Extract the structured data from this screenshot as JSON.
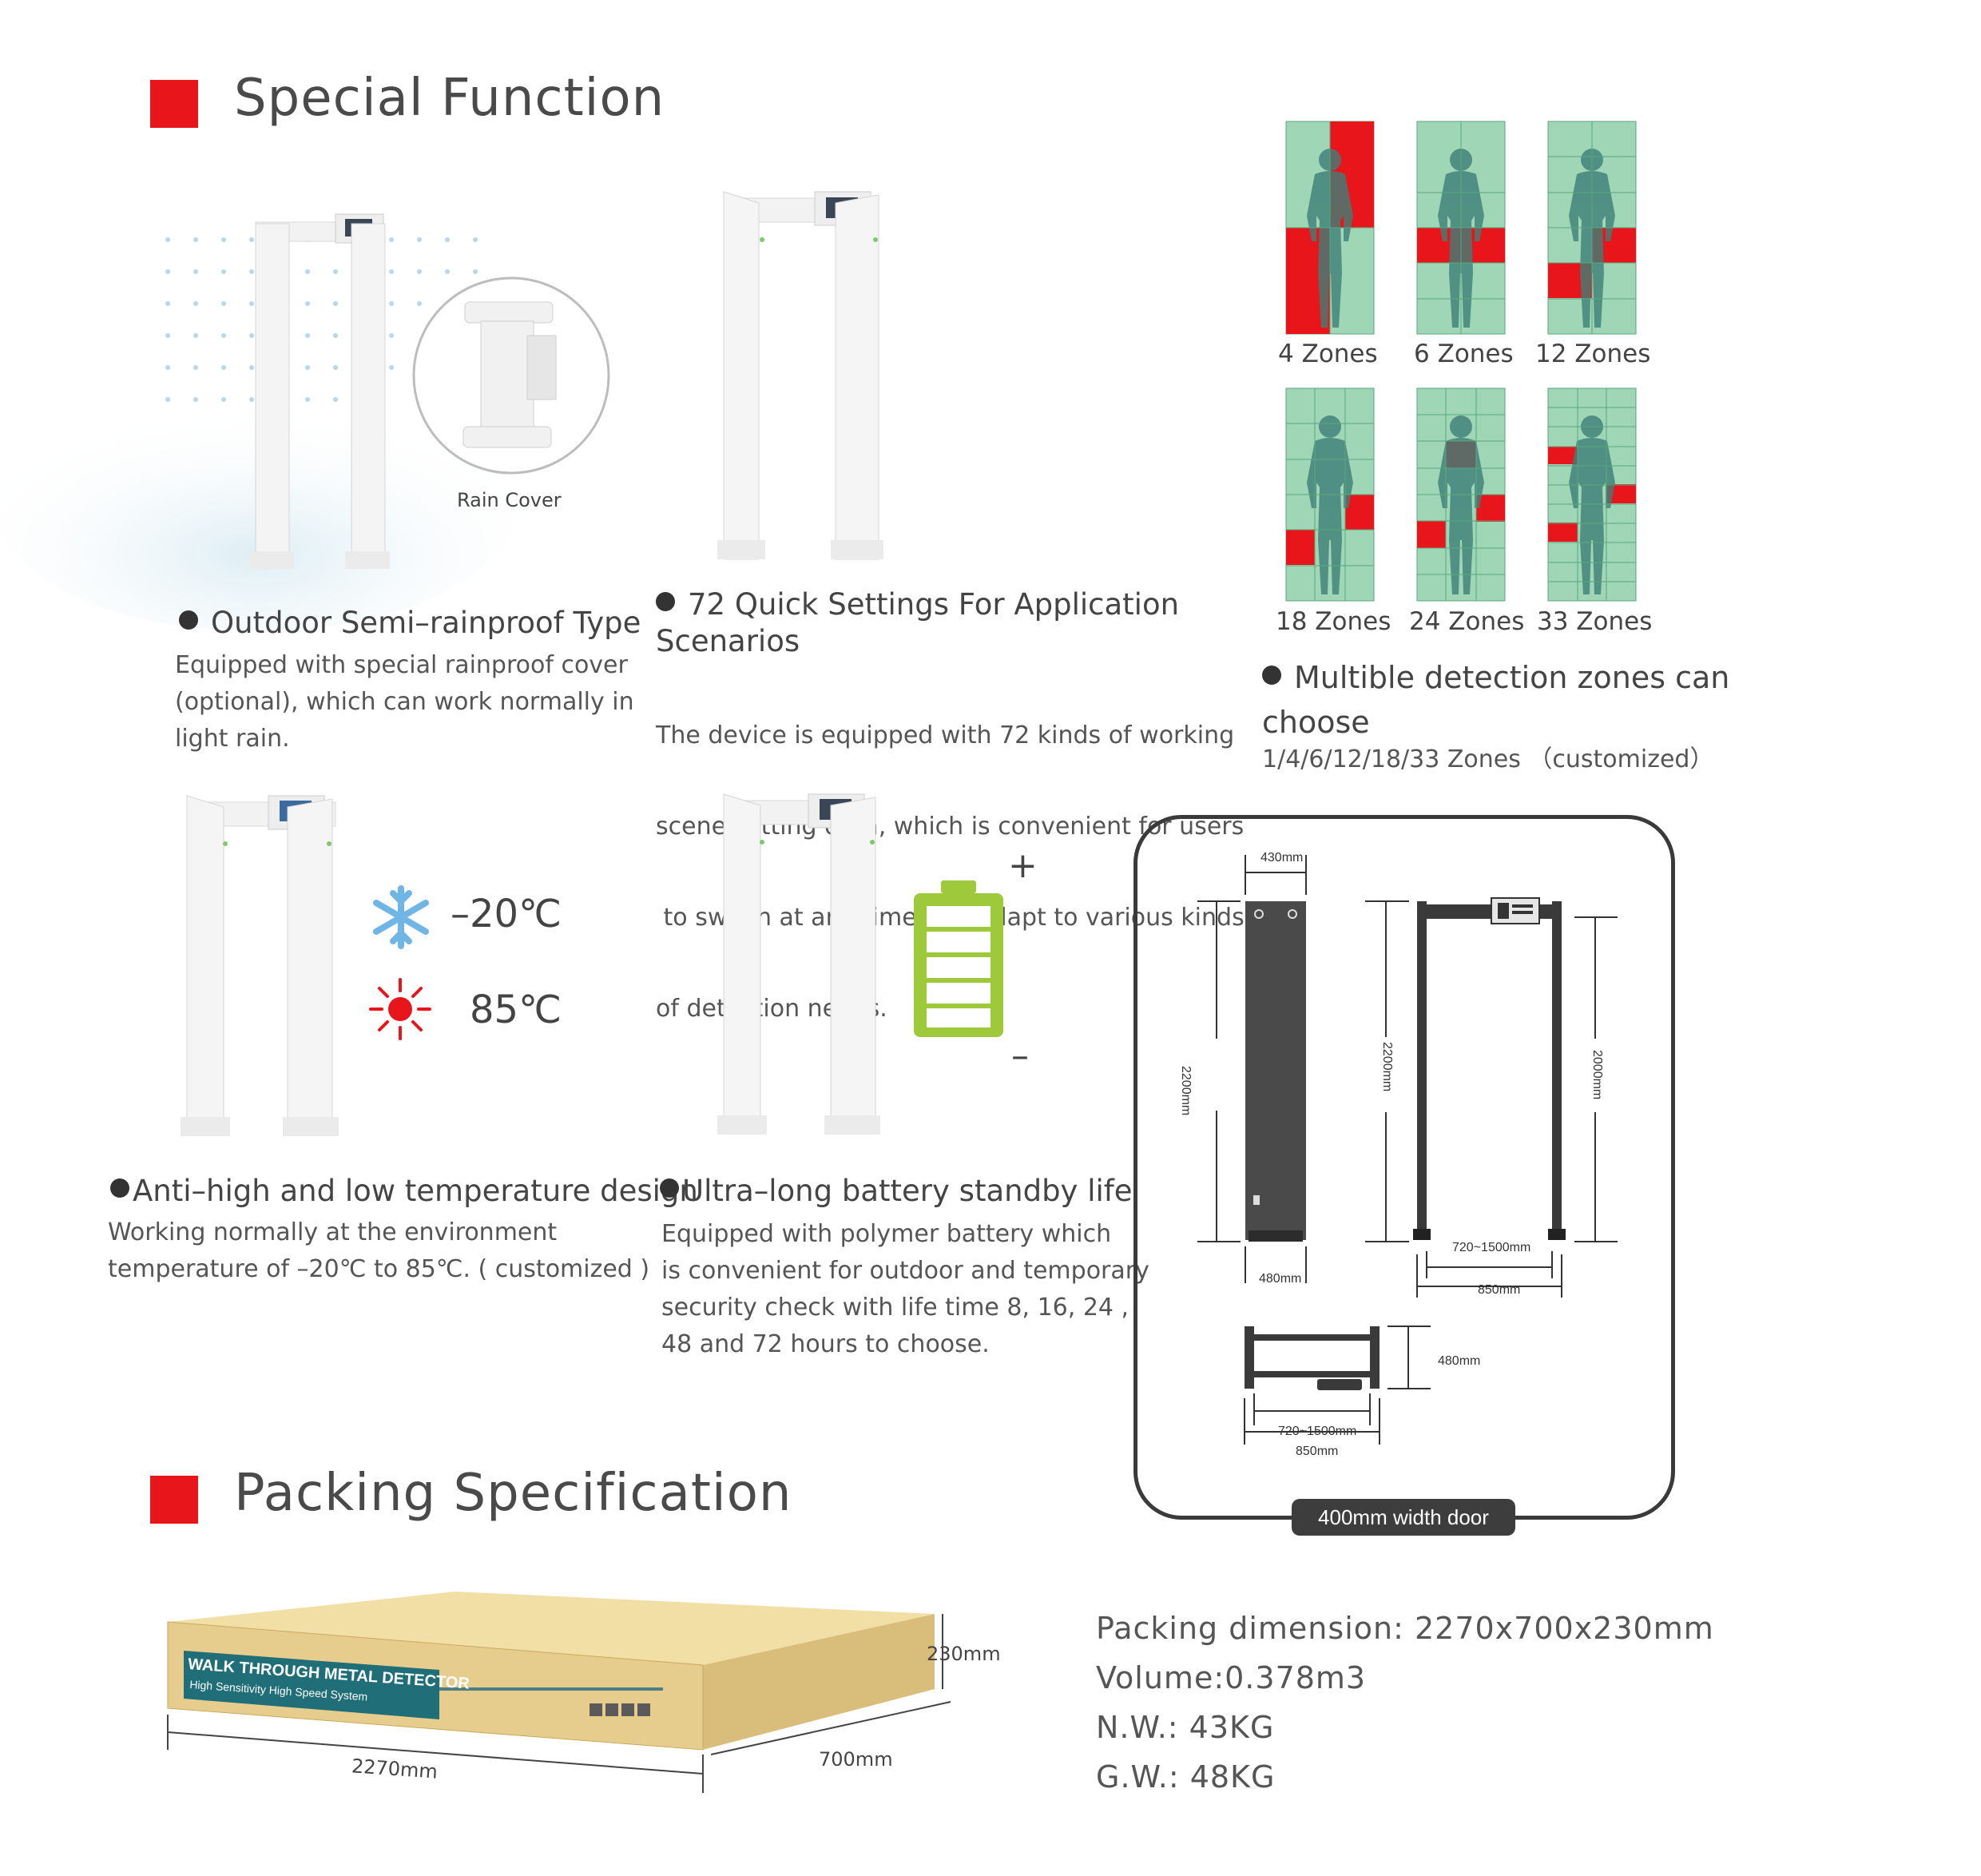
{
  "sections": {
    "special_function": "Special Function",
    "packing_spec": "Packing Specification"
  },
  "features": {
    "outdoor": {
      "title": "Outdoor Semi–rainproof Type",
      "desc": [
        "Equipped with special rainproof cover",
        "(optional), which can work normally in",
        "light rain."
      ],
      "rain_cover_label": "Rain Cover"
    },
    "quick_settings": {
      "title_lines": [
        "72 Quick Settings For Application",
        "Scenarios"
      ],
      "desc": [
        "The device is equipped with 72 kinds of working",
        "scene setting data, which is convenient for users",
        " to switch at any time and adapt to various kinds",
        "of detection needs."
      ]
    },
    "zones": {
      "labels": [
        "4 Zones",
        "6 Zones",
        "12 Zones",
        "18 Zones",
        "24 Zones",
        "33 Zones"
      ],
      "title_lines": [
        "Multible detection zones can",
        "choose"
      ],
      "desc": "1/4/6/12/18/33 Zones （customized）"
    },
    "temperature": {
      "title": "Anti–high and low temperature design",
      "desc": [
        "Working normally at the environment",
        "temperature of –20℃ to 85℃. ( customized )"
      ],
      "low": "–20℃",
      "high": "85℃"
    },
    "battery": {
      "title": "Ultra–long battery standby life",
      "desc": [
        "Equipped with polymer battery which",
        "is convenient for outdoor and temporary",
        "security check with life time 8, 16, 24 ,",
        "48 and 72 hours to choose."
      ],
      "plus": "+",
      "minus": "–"
    }
  },
  "dimensions_drawing": {
    "w430": "430mm",
    "h2200a": "2200mm",
    "h2200b": "2200mm",
    "h2000": "2000mm",
    "w480": "480mm",
    "w720_1500": "720~1500mm",
    "w850": "850mm",
    "d480": "480mm",
    "w720_1500b": "720~1500mm",
    "w850b": "850mm",
    "caption": "400mm width door"
  },
  "box": {
    "product": "WALK THROUGH METAL DETECTOR",
    "tagline": "High Sensitivity  High Speed System",
    "h": "230mm",
    "l": "2270mm",
    "d": "700mm"
  },
  "packing": {
    "dimension": "Packing dimension:  2270x700x230mm",
    "volume": "Volume:0.378m3",
    "nw": "N.W.: 43KG",
    "gw": "G.W.: 48KG"
  },
  "colors": {
    "accent_red": "#e8151b",
    "zone_green": "#9fd6b5",
    "battery_green": "#9dc93b"
  }
}
